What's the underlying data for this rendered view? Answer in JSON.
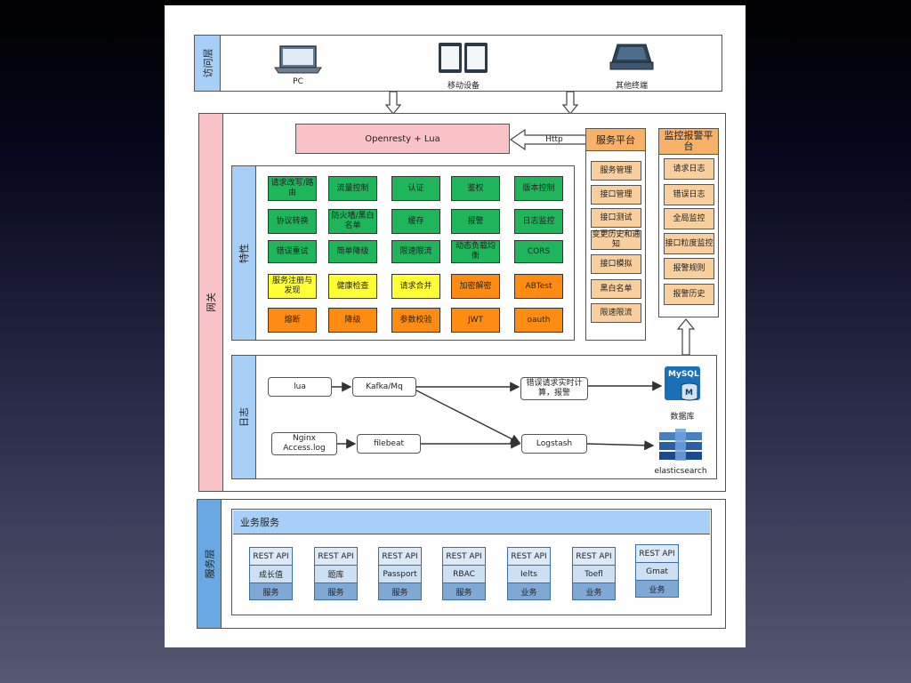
{
  "access_layer": {
    "label": "访问层",
    "devices": [
      {
        "name": "PC",
        "icon": "laptop-icon"
      },
      {
        "name": "移动设备",
        "icon": "tablet-icon"
      },
      {
        "name": "其他终端",
        "icon": "terminal-icon"
      }
    ]
  },
  "gateway": {
    "label": "网关",
    "openresty": "Openresty + Lua",
    "http_label": "Http",
    "features": {
      "label": "特性",
      "rows": [
        [
          {
            "text": "请求改写/路由",
            "color": "green"
          },
          {
            "text": "流量控制",
            "color": "green"
          },
          {
            "text": "认证",
            "color": "green"
          },
          {
            "text": "鉴权",
            "color": "green"
          },
          {
            "text": "版本控制",
            "color": "green"
          }
        ],
        [
          {
            "text": "协议转换",
            "color": "green"
          },
          {
            "text": "防火墙/黑白名单",
            "color": "green"
          },
          {
            "text": "缓存",
            "color": "green"
          },
          {
            "text": "报警",
            "color": "green"
          },
          {
            "text": "日志监控",
            "color": "green"
          }
        ],
        [
          {
            "text": "错误重试",
            "color": "green"
          },
          {
            "text": "简单降级",
            "color": "green"
          },
          {
            "text": "限速限流",
            "color": "green"
          },
          {
            "text": "动态负载均衡",
            "color": "green"
          },
          {
            "text": "CORS",
            "color": "green"
          }
        ],
        [
          {
            "text": "服务注册与发现",
            "color": "yellow"
          },
          {
            "text": "健康检查",
            "color": "yellow"
          },
          {
            "text": "请求合并",
            "color": "yellow"
          },
          {
            "text": "加密解密",
            "color": "orange"
          },
          {
            "text": "ABTest",
            "color": "orange"
          }
        ],
        [
          {
            "text": "熔断",
            "color": "orange"
          },
          {
            "text": "降级",
            "color": "orange"
          },
          {
            "text": "参数校验",
            "color": "orange"
          },
          {
            "text": "JWT",
            "color": "orange"
          },
          {
            "text": "oauth",
            "color": "orange"
          }
        ]
      ]
    },
    "service_platform": {
      "title": "服务平台",
      "items": [
        "服务管理",
        "接口管理",
        "接口测试",
        "变更历史和通知",
        "接口模拟",
        "黑白名单",
        "限速限流"
      ]
    },
    "monitor_platform": {
      "title": "监控报警平台",
      "items": [
        "请求日志",
        "错误日志",
        "全局监控",
        "接口粒度监控",
        "报警规则",
        "报警历史"
      ]
    },
    "logs": {
      "label": "日志",
      "nodes": {
        "lua": "lua",
        "kafka": "Kafka/Mq",
        "realtime": "错误请求实时计算，报警",
        "nginx": "Nginx Access.log",
        "filebeat": "filebeat",
        "logstash": "Logstash"
      },
      "mysql_badge": "MySQL",
      "mysql_letter": "M",
      "db_label": "数据库",
      "es_label": "elasticsearch"
    }
  },
  "service_layer": {
    "label": "服务层",
    "header": "业务服务",
    "services": [
      {
        "top": "REST API",
        "name": "成长值",
        "bottom": "服务"
      },
      {
        "top": "REST API",
        "name": "题库",
        "bottom": "服务"
      },
      {
        "top": "REST API",
        "name": "Passport",
        "bottom": "服务"
      },
      {
        "top": "REST API",
        "name": "RBAC",
        "bottom": "服务"
      },
      {
        "top": "REST API",
        "name": "Ielts",
        "bottom": "业务"
      },
      {
        "top": "REST API",
        "name": "Toefl",
        "bottom": "业务"
      },
      {
        "top": "REST API",
        "name": "Gmat",
        "bottom": "业务"
      }
    ]
  }
}
